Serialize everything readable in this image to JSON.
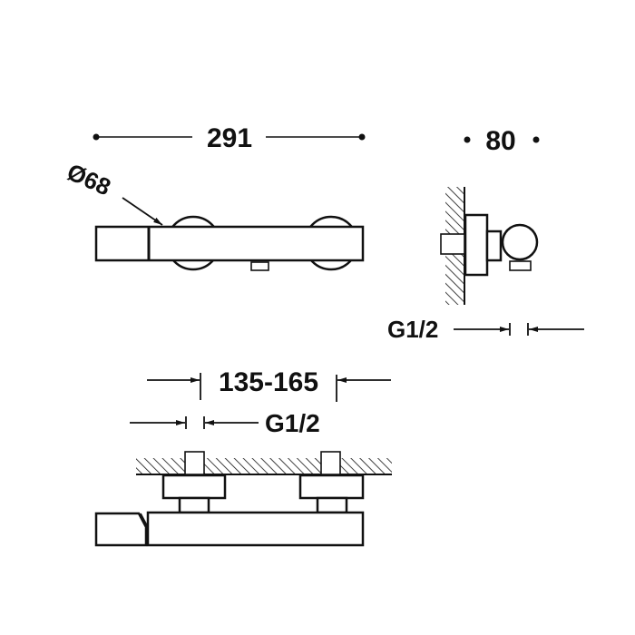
{
  "drawing": {
    "colors": {
      "line": "#111111",
      "background": "#ffffff"
    },
    "front_view": {
      "overall_width_label": "291",
      "rosette_diameter_label": "Ø68"
    },
    "side_view": {
      "depth_label": "80",
      "outlet_thread_label": "G1/2"
    },
    "bottom_view": {
      "center_distance_label": "135-165",
      "inlet_thread_label": "G1/2"
    }
  }
}
